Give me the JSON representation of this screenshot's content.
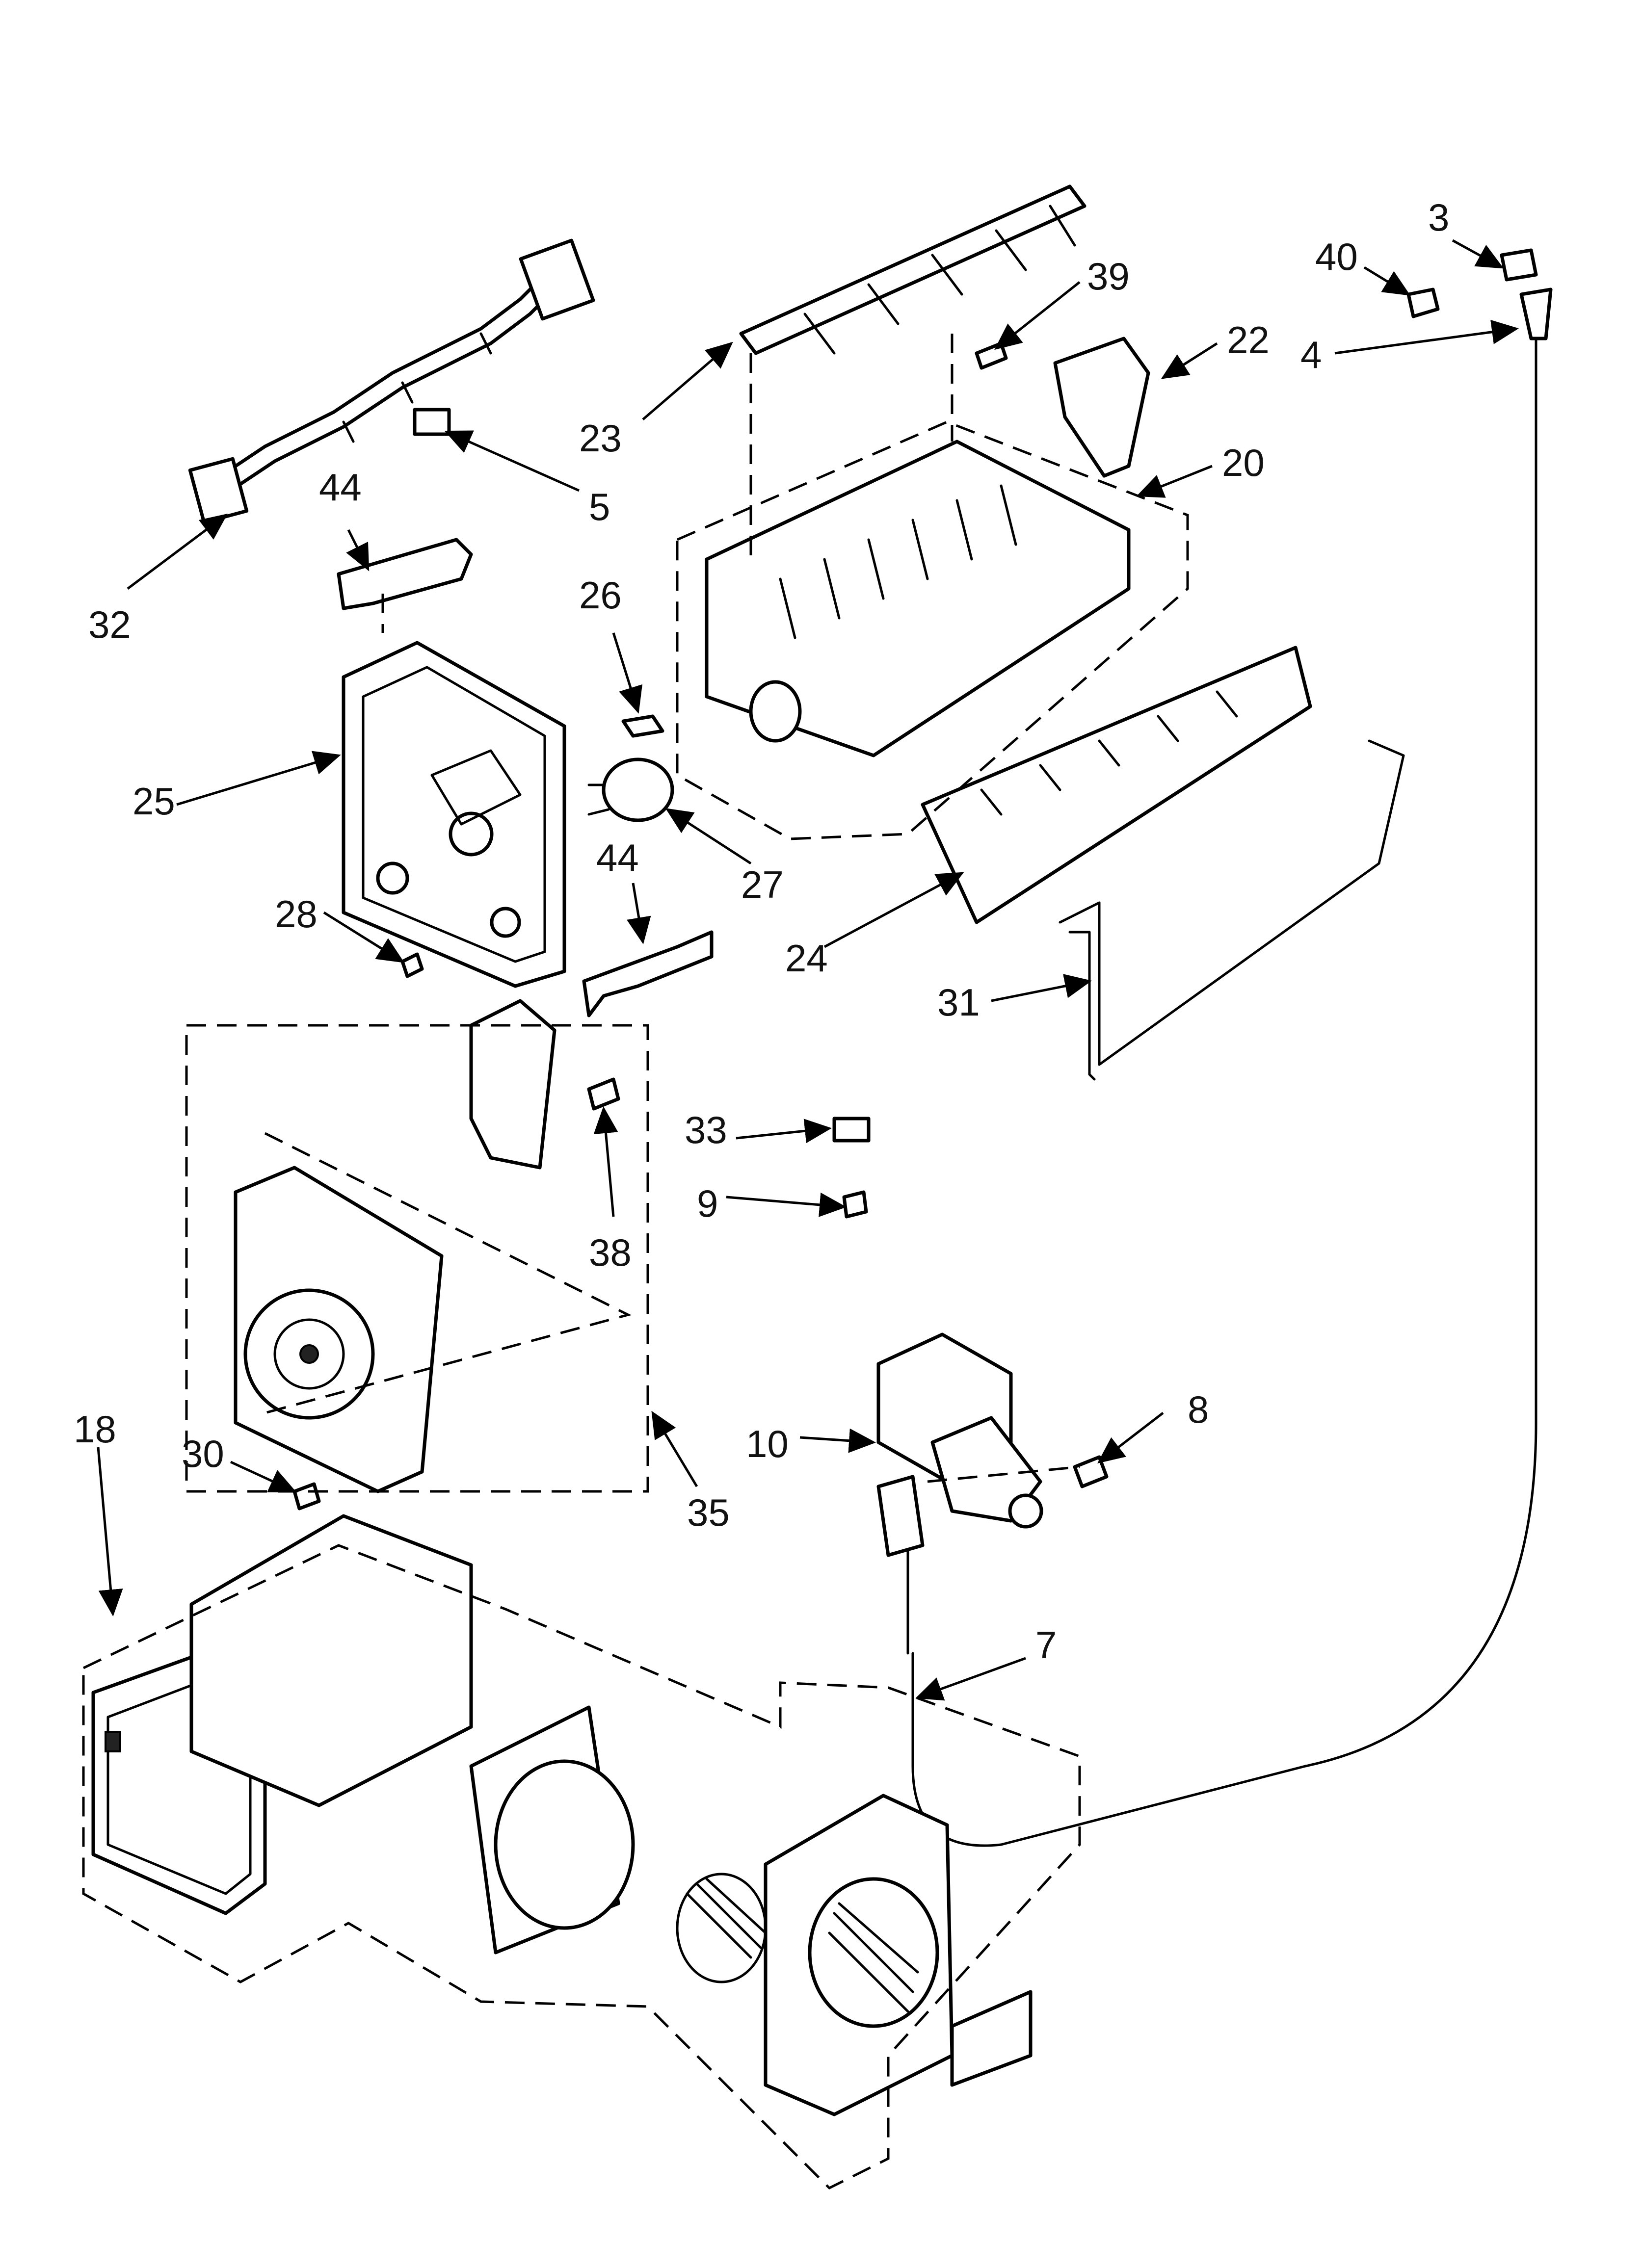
{
  "diagram": {
    "type": "exploded-parts-view",
    "callouts": [
      {
        "id": "c3",
        "label": "3"
      },
      {
        "id": "c40",
        "label": "40"
      },
      {
        "id": "c4",
        "label": "4"
      },
      {
        "id": "c39",
        "label": "39"
      },
      {
        "id": "c22",
        "label": "22"
      },
      {
        "id": "c23",
        "label": "23"
      },
      {
        "id": "c20",
        "label": "20"
      },
      {
        "id": "c5",
        "label": "5"
      },
      {
        "id": "c44a",
        "label": "44"
      },
      {
        "id": "c32",
        "label": "32"
      },
      {
        "id": "c26",
        "label": "26"
      },
      {
        "id": "c25",
        "label": "25"
      },
      {
        "id": "c27",
        "label": "27"
      },
      {
        "id": "c44b",
        "label": "44"
      },
      {
        "id": "c24",
        "label": "24"
      },
      {
        "id": "c28",
        "label": "28"
      },
      {
        "id": "c31",
        "label": "31"
      },
      {
        "id": "c33",
        "label": "33"
      },
      {
        "id": "c9",
        "label": "9"
      },
      {
        "id": "c38",
        "label": "38"
      },
      {
        "id": "c8",
        "label": "8"
      },
      {
        "id": "c10",
        "label": "10"
      },
      {
        "id": "c18",
        "label": "18"
      },
      {
        "id": "c30",
        "label": "30"
      },
      {
        "id": "c35",
        "label": "35"
      },
      {
        "id": "c7",
        "label": "7"
      }
    ]
  }
}
